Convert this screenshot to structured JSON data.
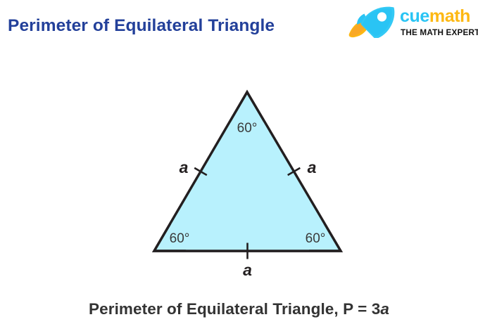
{
  "page": {
    "title": "Perimeter of Equilateral Triangle",
    "background_color": "#ffffff",
    "title_color": "#23409a"
  },
  "logo": {
    "icon_name": "rocket-icon",
    "word_primary": "cue",
    "word_secondary": "math",
    "tagline": "THE MATH EXPERT",
    "color_primary": "#2ac4f4",
    "color_secondary": "#fdb813",
    "color_tagline": "#111111"
  },
  "figure": {
    "shape": "equilateral-triangle",
    "fill_color": "#b8f1fd",
    "stroke_color": "#231f20",
    "angle_marker_color": "#1a5fd0",
    "angle_label_color": "#3a3a3a",
    "side_label_color": "#231f20",
    "angles": [
      {
        "id": "apex",
        "label": "60°"
      },
      {
        "id": "bottom-left",
        "label": "60°"
      },
      {
        "id": "bottom-right",
        "label": "60°"
      }
    ],
    "sides": [
      {
        "id": "left",
        "label": "a",
        "ticks": 1
      },
      {
        "id": "right",
        "label": "a",
        "ticks": 1
      },
      {
        "id": "bottom",
        "label": "a",
        "ticks": 1
      }
    ]
  },
  "caption": {
    "text_before": "Perimeter of Equilateral Triangle, P = 3",
    "variable": "a",
    "full_text": "Perimeter of Equilateral Triangle, P = 3a",
    "color": "#333333"
  }
}
